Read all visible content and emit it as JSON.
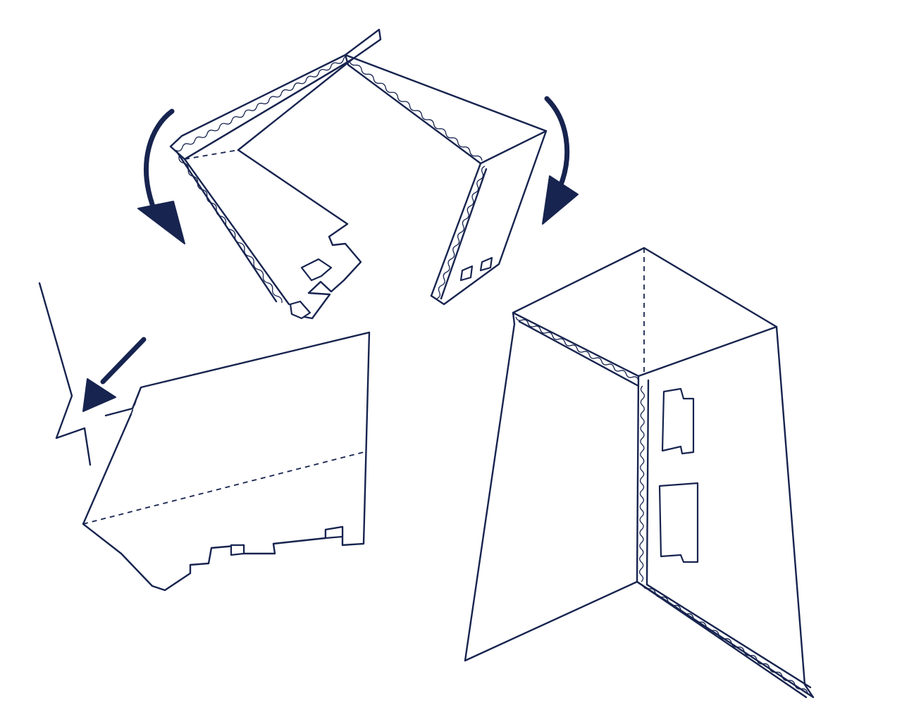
{
  "colors": {
    "ink": "#17244f",
    "paper": "#ffffff"
  },
  "figures": [
    {
      "name": "open-u-shape",
      "role": "unfolded cardboard panel folded into three sides"
    },
    {
      "name": "flat-panel",
      "role": "flat cardboard panel with tabs on bottom edge"
    },
    {
      "name": "corner-stand",
      "role": "assembled cardboard corner with tab slots"
    }
  ],
  "arrows": [
    "fold-arrow-left",
    "fold-arrow-right",
    "insert-arrow"
  ]
}
